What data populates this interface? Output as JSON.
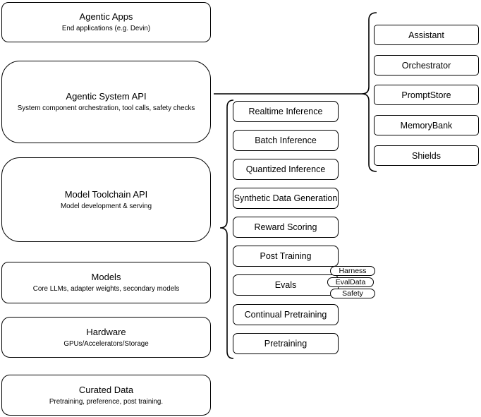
{
  "diagram": {
    "left_column": [
      {
        "title": "Agentic Apps",
        "subtitle": "End applications (e.g. Devin)"
      },
      {
        "title": "Agentic System API",
        "subtitle": "System component orchestration, tool calls, safety checks"
      },
      {
        "title": "Model Toolchain API",
        "subtitle": "Model development & serving"
      },
      {
        "title": "Models",
        "subtitle": "Core LLMs, adapter weights, secondary models"
      },
      {
        "title": "Hardware",
        "subtitle": "GPUs/Accelerators/Storage"
      },
      {
        "title": "Curated Data",
        "subtitle": "Pretraining, preference, post training."
      }
    ],
    "middle_column": [
      {
        "label": "Realtime Inference"
      },
      {
        "label": "Batch Inference"
      },
      {
        "label": "Quantized Inference"
      },
      {
        "label": "Synthetic Data Generation"
      },
      {
        "label": "Reward Scoring"
      },
      {
        "label": "Post Training"
      },
      {
        "label": "Evals"
      },
      {
        "label": "Continual Pretraining"
      },
      {
        "label": "Pretraining"
      }
    ],
    "eval_pills": [
      {
        "label": "Harness"
      },
      {
        "label": "EvalData"
      },
      {
        "label": "Safety"
      }
    ],
    "right_column": [
      {
        "label": "Assistant"
      },
      {
        "label": "Orchestrator"
      },
      {
        "label": "PromptStore"
      },
      {
        "label": "MemoryBank"
      },
      {
        "label": "Shields"
      }
    ],
    "colors": {
      "stroke": "#000000",
      "fill": "#ffffff",
      "text": "#000000"
    }
  }
}
